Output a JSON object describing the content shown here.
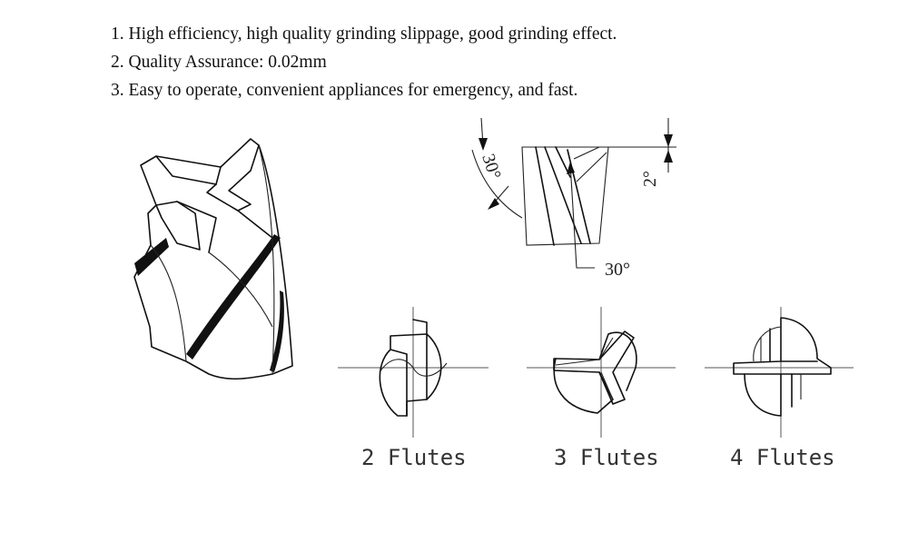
{
  "features": [
    "1. High efficiency, high quality grinding slippage, good grinding effect.",
    "2. Quality Assurance: 0.02mm",
    "3. Easy to operate, convenient appliances for emergency, and fast."
  ],
  "angles": {
    "helix_left": "30°",
    "clearance": "2°",
    "helix_bottom": "30°"
  },
  "flute_labels": {
    "two": "2 Flutes",
    "three": "3 Flutes",
    "four": "4 Flutes"
  }
}
